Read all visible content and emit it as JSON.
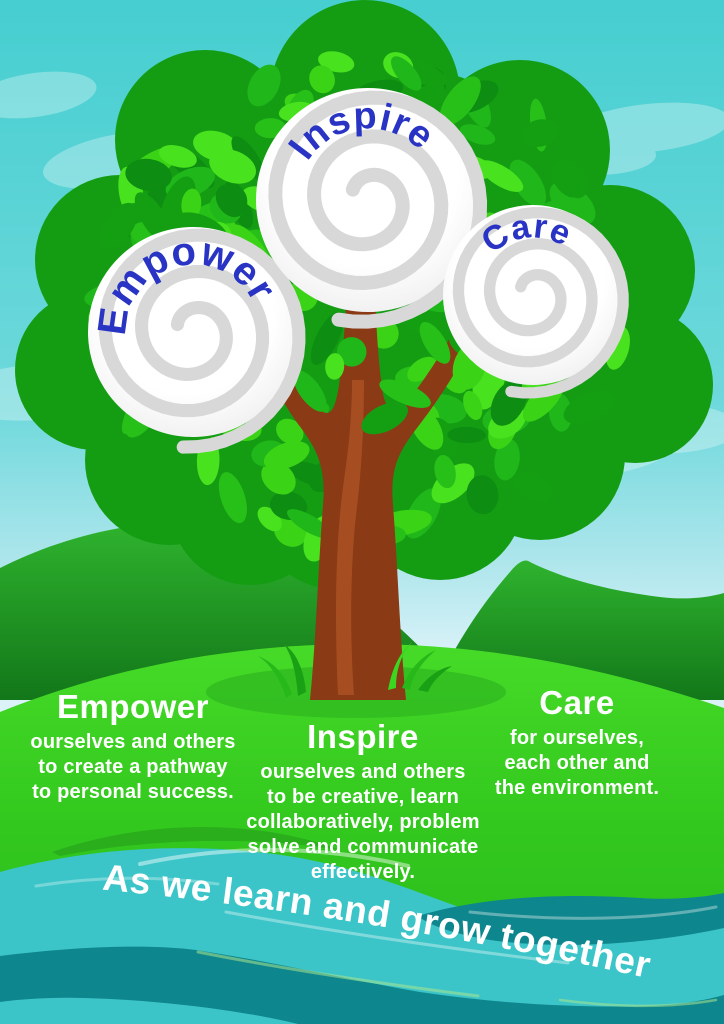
{
  "swirls": [
    {
      "label": "Empower"
    },
    {
      "label": "Inspire"
    },
    {
      "label": "Care"
    }
  ],
  "values": [
    {
      "heading": "Empower",
      "lines": [
        "ourselves and others",
        "to create a pathway",
        "to personal success."
      ]
    },
    {
      "heading": "Inspire",
      "lines": [
        "ourselves and others",
        "to be creative, learn",
        "collaboratively, problem",
        "solve and communicate",
        "effectively."
      ]
    },
    {
      "heading": "Care",
      "lines": [
        "for ourselves,",
        "each other and",
        "the environment."
      ]
    }
  ],
  "banner": {
    "text": "As we learn and grow together"
  },
  "colors": {
    "label_blue": "#2934c4",
    "text_white": "#ffffff",
    "sky_top": "#46ced0",
    "sky_horizon": "#d9f2f8",
    "foliage_green": "#149d13",
    "grass_green": "#3fd423",
    "hill_green": "#1f9a22",
    "trunk_brown": "#8a3a15",
    "swirl_white": "#ffffff",
    "wave_teal": "#3cc5c8",
    "wave_dark_teal": "#0e868d"
  }
}
